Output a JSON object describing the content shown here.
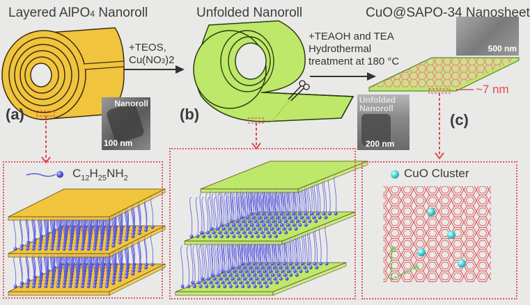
{
  "panels": {
    "a": {
      "letter": "(a)",
      "title_pre": "Layered AlPO",
      "title_sub": "4",
      "title_post": " Nanoroll",
      "tem_label": "Nanoroll",
      "tem_scale": "100 nm",
      "legend_formula_parts": [
        "C",
        "12",
        "H",
        "25",
        "NH",
        "2"
      ],
      "roll_color": "#f0c43c",
      "layer_color": "#f0c43c"
    },
    "b": {
      "letter": "(b)",
      "title": "Unfolded Nanoroll",
      "tem_label_line1": "Unfolded",
      "tem_label_line2": "Nanoroll",
      "tem_scale": "200 nm",
      "roll_color": "#bde86a",
      "layer_color": "#bde86a"
    },
    "c": {
      "letter": "(c)",
      "title": "CuO@SAPO-34 Nanosheet",
      "tem_scale": "500 nm",
      "thickness": "~7 nm",
      "legend": "CuO Cluster",
      "axis_a": "a",
      "axis_b": "b",
      "lattice_color": "#e0484f",
      "cluster_color": "#4fd6d6"
    }
  },
  "steps": {
    "step1_line1": "+TEOS,",
    "step1_line2_pre": "Cu(NO",
    "step1_line2_sub": "3",
    "step1_line2_post": ")2",
    "step2_line1": "+TEAOH and TEA",
    "step2_line2": "Hydrothermal",
    "step2_line3": "treatment at 180 °C"
  },
  "colors": {
    "surfactant": "#5a5ae0",
    "dashed_guide": "#e0484f"
  }
}
